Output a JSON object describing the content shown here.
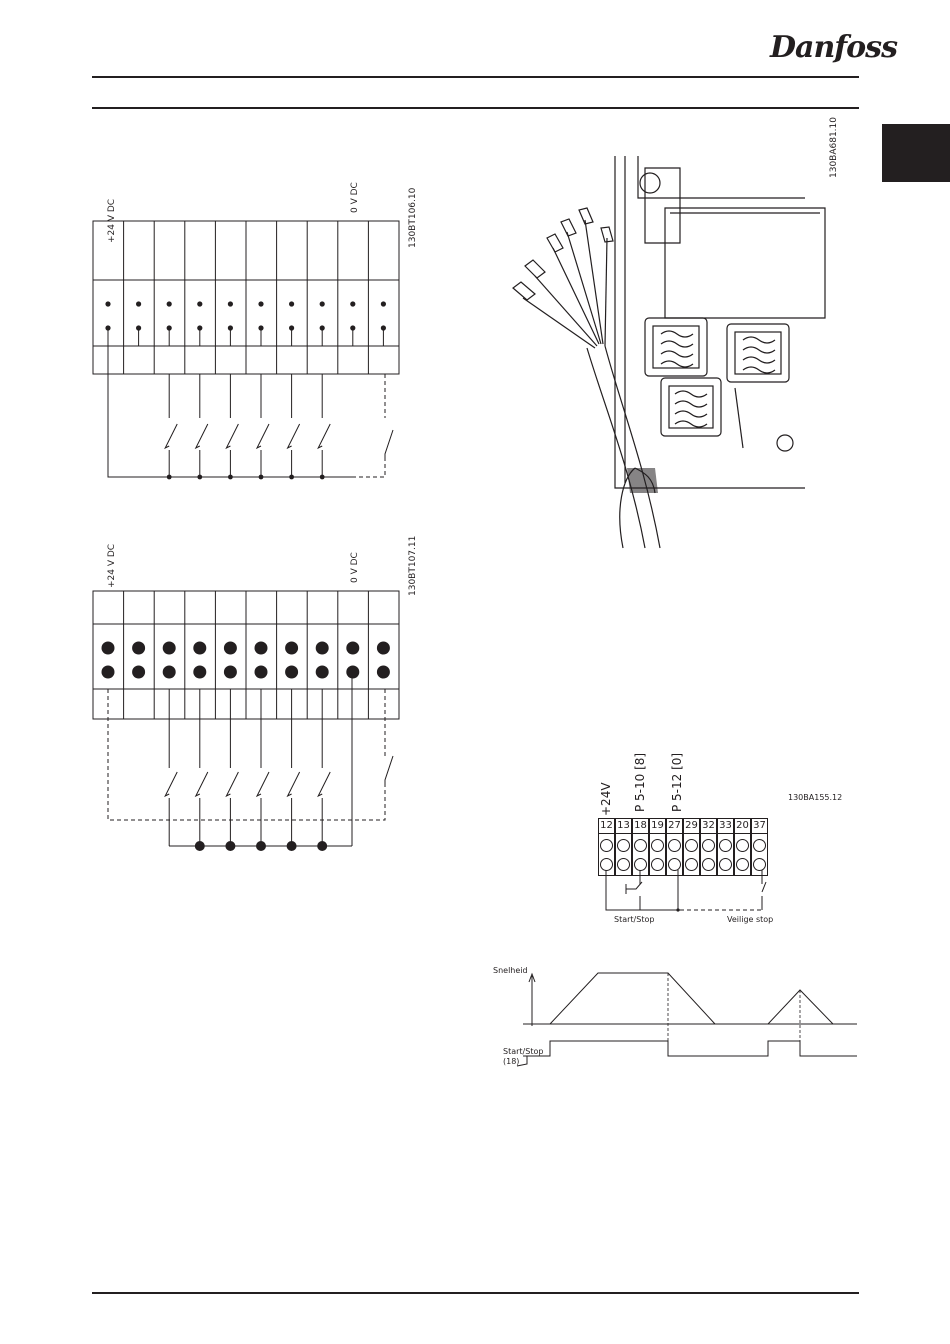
{
  "header": {
    "logo_text": "Danfoss"
  },
  "figure1": {
    "label_left": "+24 V DC",
    "label_right": "0 V DC",
    "code": "130BT106.10"
  },
  "figure2": {
    "label_left": "+24 V DC",
    "label_right": "0 V DC",
    "code": "130BT107.11"
  },
  "figure3": {
    "code": "130BA681.10"
  },
  "figure4": {
    "code": "130BA155.12",
    "label_24v": "+24V",
    "label_p510": "P 5-10 [8]",
    "label_p512": "P 5-12 [0]",
    "terminals": [
      "12",
      "13",
      "18",
      "19",
      "27",
      "29",
      "32",
      "33",
      "20",
      "37"
    ],
    "label_start_stop": "Start/Stop",
    "label_safe_stop": "Veilige stop"
  },
  "figure5": {
    "label_speed": "Snelheid",
    "label_start_stop": "Start/Stop",
    "label_terminal": "(18)"
  },
  "colors": {
    "ink": "#231f20",
    "gray": "#8a8a8a"
  }
}
